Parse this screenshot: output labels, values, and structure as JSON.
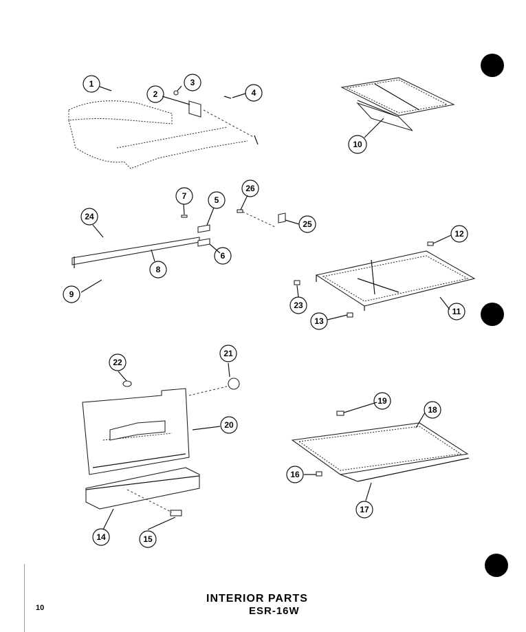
{
  "title": "INTERIOR PARTS",
  "model": "ESR-16W",
  "page_number": "10",
  "callouts": [
    "1",
    "2",
    "3",
    "4",
    "10",
    "24",
    "7",
    "5",
    "26",
    "25",
    "8",
    "6",
    "9",
    "12",
    "23",
    "11",
    "13",
    "22",
    "21",
    "20",
    "14",
    "15",
    "19",
    "18",
    "16",
    "17"
  ],
  "colors": {
    "ink": "#000000",
    "paper": "#ffffff"
  }
}
